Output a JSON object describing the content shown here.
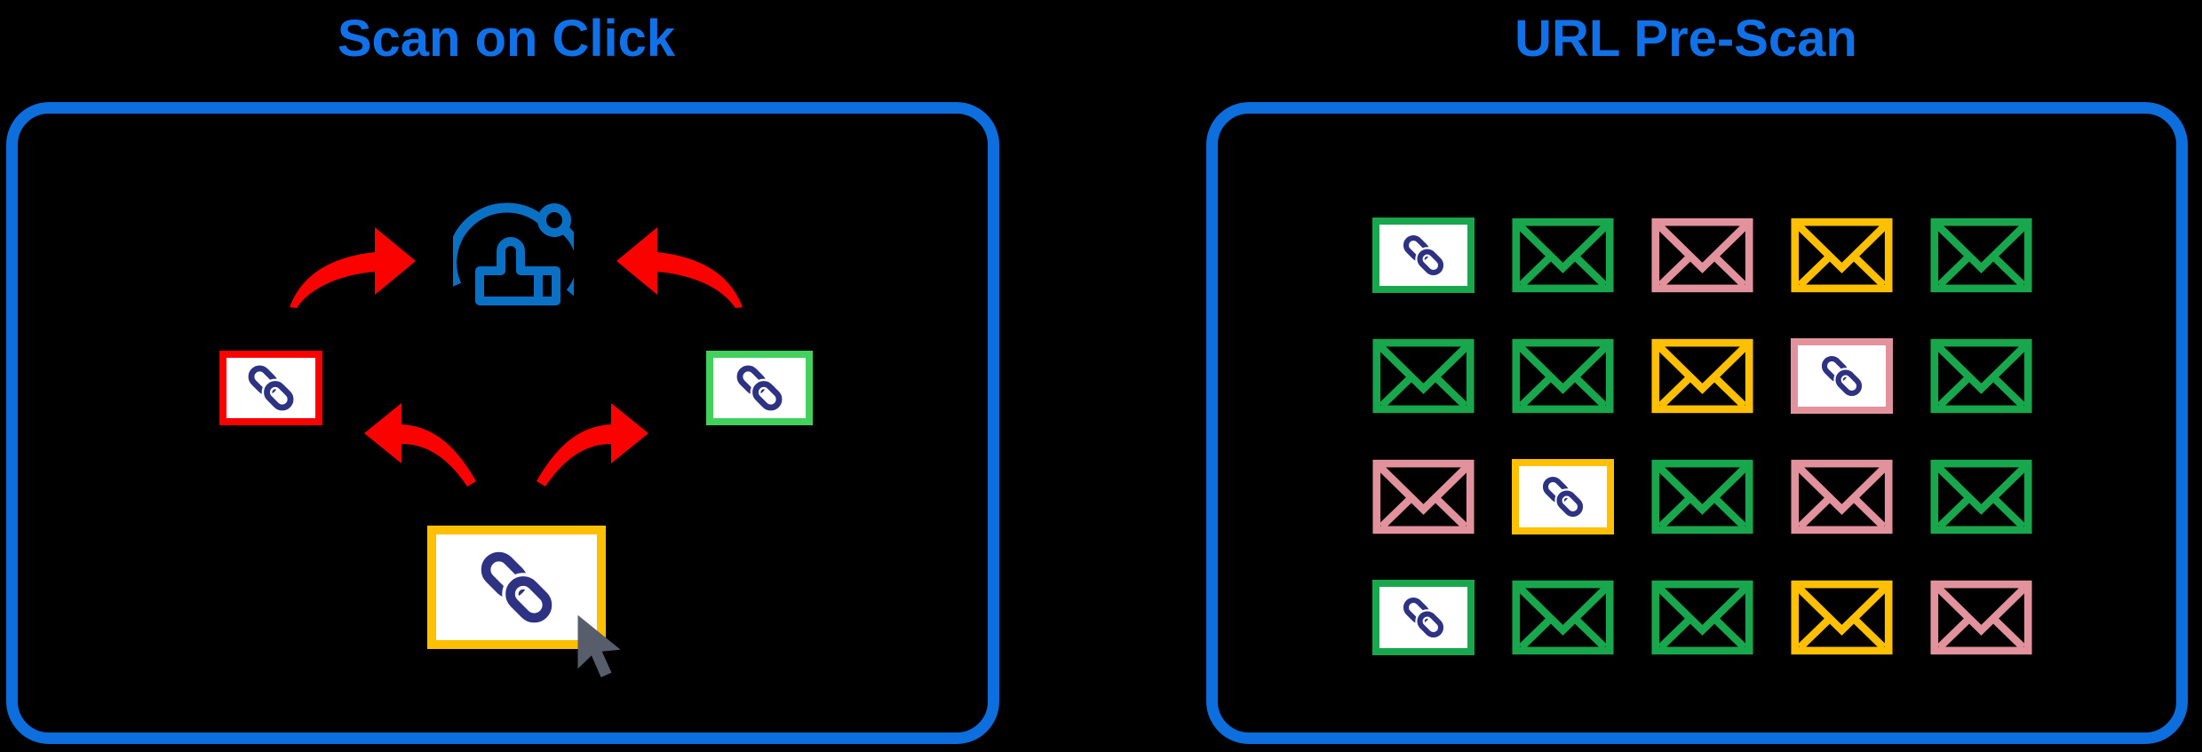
{
  "colors": {
    "blue_title": "#1171e8",
    "blue_border": "#0d6edd",
    "icon_blue": "#0a70c4",
    "red": "#fa0200",
    "green_bright": "#41d15c",
    "green_dark": "#18a74c",
    "pink": "#e2929c",
    "gold": "#ffc003",
    "navy": "#2e3282",
    "cursor_gray": "#575d6b",
    "white": "#ffffff",
    "background": "#000000"
  },
  "left_panel": {
    "title": "Scan on Click",
    "scanner_icon": "click-scan-icon",
    "cards": [
      {
        "name": "link-card-malicious",
        "border": "red",
        "icon": "link-icon"
      },
      {
        "name": "link-card-safe",
        "border": "green_bright",
        "icon": "link-icon"
      },
      {
        "name": "link-card-clicked",
        "border": "gold",
        "icon": "link-icon",
        "cursor": "cursor-icon"
      }
    ],
    "arrow_icons": [
      "arrow-to-scanner-left",
      "arrow-to-scanner-right",
      "arrow-from-click-left",
      "arrow-from-click-right"
    ]
  },
  "right_panel": {
    "title": "URL Pre-Scan",
    "grid": [
      [
        {
          "type": "link",
          "color": "green_dark"
        },
        {
          "type": "mail",
          "color": "green_dark"
        },
        {
          "type": "mail",
          "color": "pink"
        },
        {
          "type": "mail",
          "color": "gold"
        },
        {
          "type": "mail",
          "color": "green_dark"
        }
      ],
      [
        {
          "type": "mail",
          "color": "green_dark"
        },
        {
          "type": "mail",
          "color": "green_dark"
        },
        {
          "type": "mail",
          "color": "gold"
        },
        {
          "type": "link",
          "color": "pink"
        },
        {
          "type": "mail",
          "color": "green_dark"
        }
      ],
      [
        {
          "type": "mail",
          "color": "pink"
        },
        {
          "type": "link",
          "color": "gold"
        },
        {
          "type": "mail",
          "color": "green_dark"
        },
        {
          "type": "mail",
          "color": "pink"
        },
        {
          "type": "mail",
          "color": "green_dark"
        }
      ],
      [
        {
          "type": "link",
          "color": "green_dark"
        },
        {
          "type": "mail",
          "color": "green_dark"
        },
        {
          "type": "mail",
          "color": "green_dark"
        },
        {
          "type": "mail",
          "color": "gold"
        },
        {
          "type": "mail",
          "color": "pink"
        }
      ]
    ]
  }
}
